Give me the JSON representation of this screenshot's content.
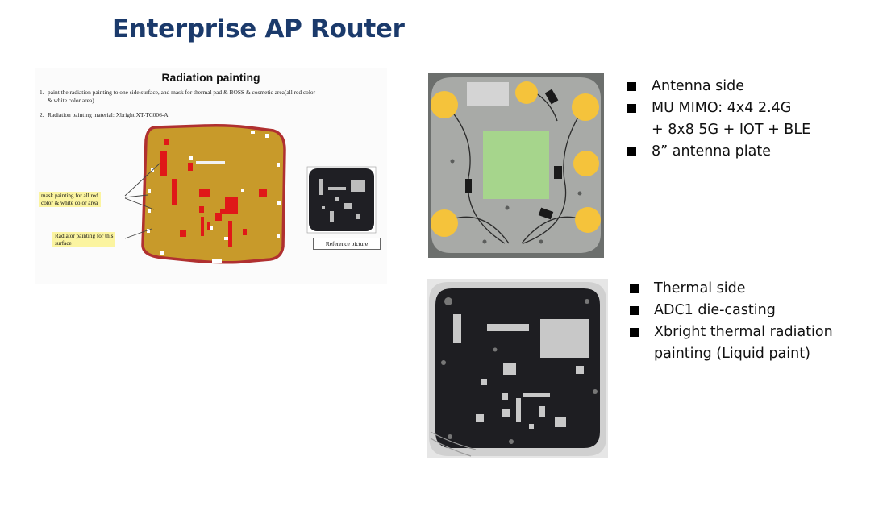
{
  "slide": {
    "title": "Enterprise AP Router"
  },
  "diagram": {
    "heading": "Radiation painting",
    "notes": [
      {
        "num": "1.",
        "text": "paint the radiation painting to one side surface, and mask for thermal pad & BOSS & cosmetic area(all red color",
        "cont": "& white color area)."
      },
      {
        "num": "2.",
        "text": "Radiation painting material: Xbright  XT-TC006-A"
      }
    ],
    "callout_mask": {
      "line1": "mask painting for all red",
      "line2": "color & white color area"
    },
    "callout_radiator": {
      "line1": "Radiator painting for this",
      "line2": "surface"
    },
    "reference_label": "Reference picture",
    "colors": {
      "paint": "#c89a2a",
      "mask_red": "#e01818",
      "outline": "#b03030",
      "callout_bg": "#fbf4a0"
    }
  },
  "antenna_photo": {
    "icon": "antenna-plate-photo",
    "colors": {
      "plate": "#a8aaa7",
      "antenna_pad": "#f5c33b",
      "thermal_area": "#a6d58c"
    }
  },
  "thermal_photo": {
    "icon": "thermal-plate-photo",
    "colors": {
      "plate": "#1e1e22",
      "pads": "#c8c8c8"
    }
  },
  "antenna_list": {
    "items": [
      {
        "l1": "Antenna side"
      },
      {
        "l1": "MU MIMO: 4x4 2.4G",
        "l2": "+ 8x8 5G + IOT + BLE"
      },
      {
        "l1": "8” antenna plate"
      }
    ]
  },
  "thermal_list": {
    "items": [
      {
        "l1": "Thermal side"
      },
      {
        "l1": "ADC1 die-casting"
      },
      {
        "l1": "Xbright thermal radiation",
        "l2": "painting (Liquid paint)"
      }
    ]
  }
}
